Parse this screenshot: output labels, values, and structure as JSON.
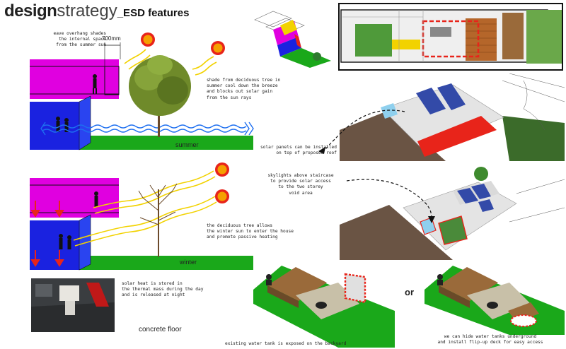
{
  "header": {
    "title_bold": "design",
    "title_light": "strategy",
    "title_suffix": "_ESD features"
  },
  "summer": {
    "dimension": "700mm",
    "eave_note": "eave overhang shades\nthe internal space\nfrom the summer sun",
    "tree_note": "shade from deciduous tree in\nsummer cool down the breeze\nand blocks out solar gain\nfrom the sun rays",
    "label": "summer"
  },
  "winter": {
    "tree_note": "the deciduous tree allows\nthe winter sun to enter the house\nand promote passive heating",
    "label": "winter"
  },
  "thermal": {
    "note": "solar heat is stored in\nthe thermal mass during the day\nand is released at night",
    "label": "concrete floor"
  },
  "roof": {
    "solar_note": "solar panels can be installed\non top of proposed roof",
    "skylight_note": "skylights above staircase\nto provide solar access\nto the two storey\nvoid area"
  },
  "water": {
    "existing_note": "existing water tank is exposed on the backyard",
    "or_label": "or",
    "proposed_note": "we can hide water tanks underground\nand install flip-up deck for easy access"
  },
  "colors": {
    "magenta": "#e000e0",
    "blue": "#1a22e0",
    "grass": "#1aa81a",
    "sun_red": "#e8241a",
    "sun_orange": "#f5a000",
    "ray_yellow": "#f2d200",
    "wind_blue": "#1e6ff0"
  }
}
